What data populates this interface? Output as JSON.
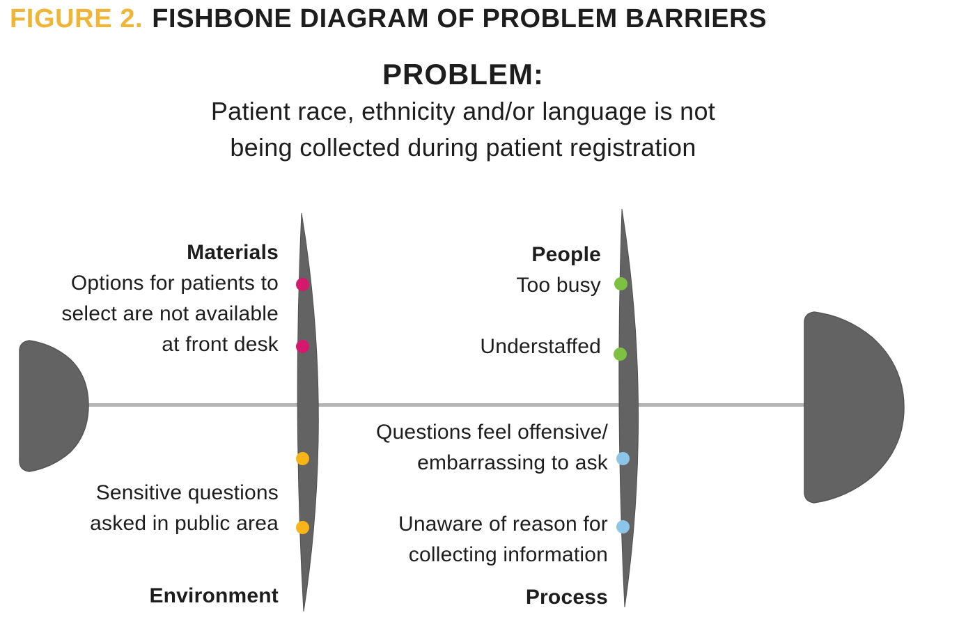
{
  "figure": {
    "label": "FIGURE 2.",
    "label_color": "#efb537",
    "title": "FISHBONE DIAGRAM OF PROBLEM BARRIERS",
    "title_color": "#1d1d1d"
  },
  "problem": {
    "heading": "PROBLEM:",
    "line1": "Patient race, ethnicity and/or language is not",
    "line2": "being collected during patient registration"
  },
  "diagram": {
    "type": "fishbone",
    "spine_color": "#b4b4b4",
    "bone_color": "#636363",
    "categories": [
      {
        "name": "Materials",
        "position": "top-left",
        "dot_color": "#d4186c",
        "causes": [
          {
            "lines": [
              "Options for patients to",
              "select are not available",
              "at front desk"
            ]
          }
        ]
      },
      {
        "name": "People",
        "position": "top-right",
        "dot_color": "#7dc142",
        "causes": [
          {
            "lines": [
              "Too busy"
            ]
          },
          {
            "lines": [
              "Understaffed"
            ]
          }
        ]
      },
      {
        "name": "Environment",
        "position": "bottom-left",
        "dot_color": "#f8b517",
        "causes": [
          {
            "lines": [
              "Sensitive questions",
              "asked in public area"
            ]
          }
        ]
      },
      {
        "name": "Process",
        "position": "bottom-right",
        "dot_color": "#8cc5e8",
        "causes": [
          {
            "lines": [
              "Questions feel offensive/",
              "embarrassing to ask"
            ]
          },
          {
            "lines": [
              "Unaware of reason for",
              "collecting information"
            ]
          }
        ]
      }
    ]
  }
}
